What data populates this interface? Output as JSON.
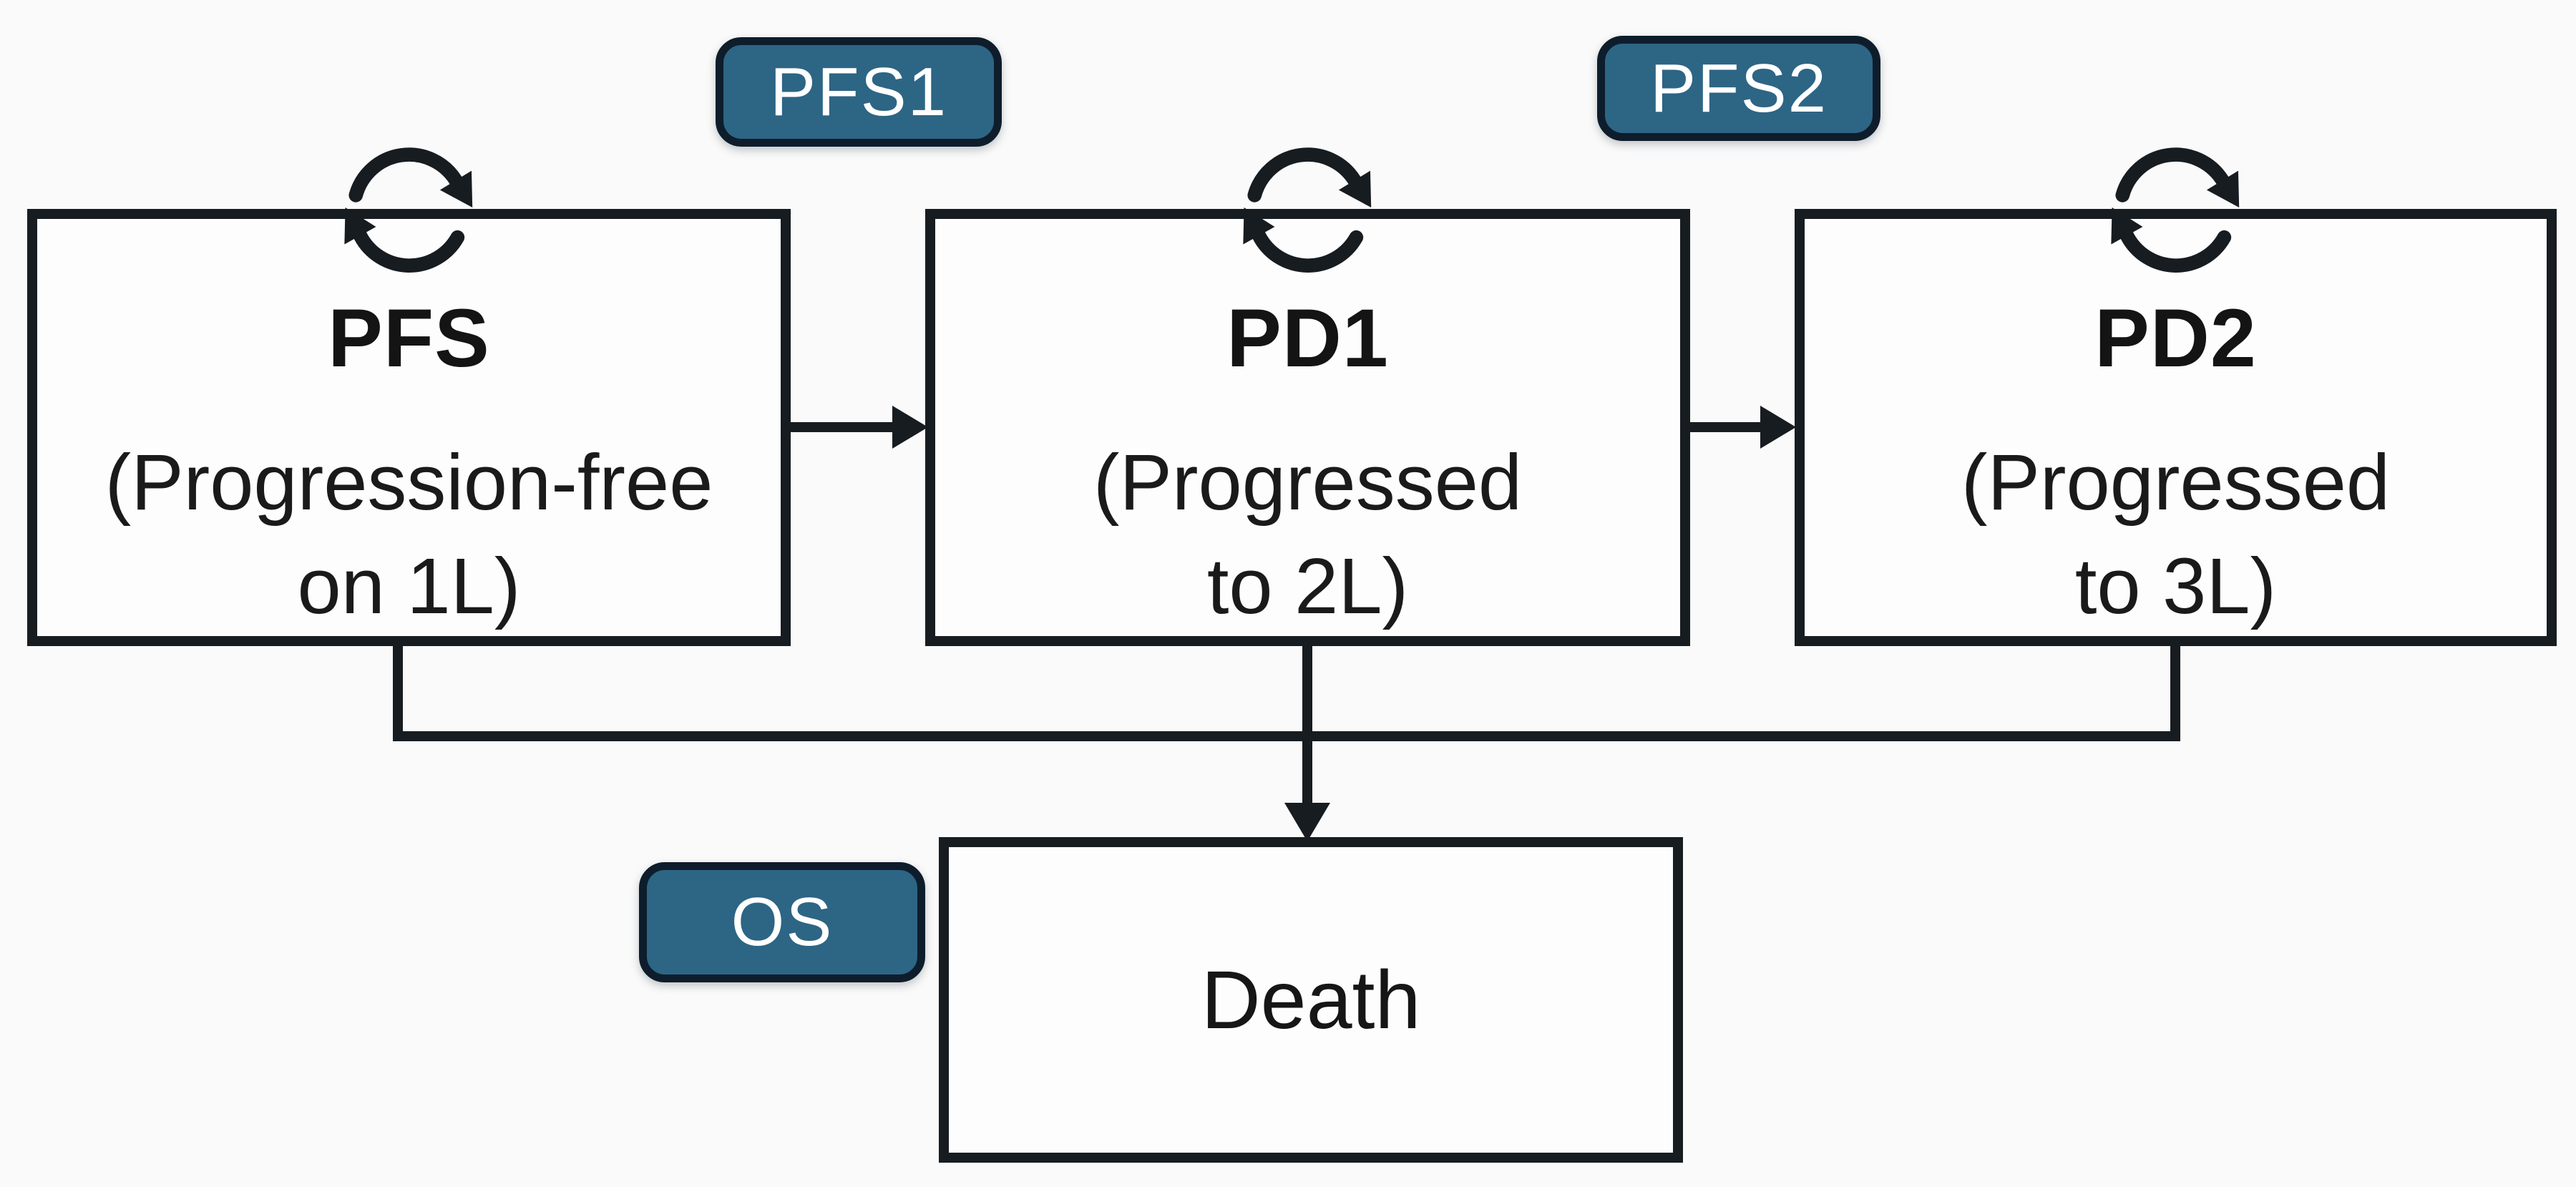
{
  "figure": {
    "type": "markov-state-transition-diagram",
    "background_color": "#fafafa",
    "line_color": "#171c21",
    "box_fill": "#fdfdfd",
    "text_color": "#161616",
    "badge_style": {
      "fill": "#2d6585",
      "border_color": "#0e1d2b",
      "text_color": "#ffffff"
    },
    "states": [
      {
        "title": "PFS",
        "subtitle_line1": "(Progression-free",
        "subtitle_line2": "on 1L)",
        "has_self_loop": true
      },
      {
        "title": "PD1",
        "subtitle_line1": "(Progressed",
        "subtitle_line2": "to 2L)",
        "has_self_loop": true
      },
      {
        "title": "PD2",
        "subtitle_line1": "(Progressed",
        "subtitle_line2": "to 3L)",
        "has_self_loop": true
      },
      {
        "title": "Death",
        "has_self_loop": false
      }
    ],
    "outcome_labels": [
      {
        "text": "PFS1",
        "position": "above, between PFS and PD1"
      },
      {
        "text": "PFS2",
        "position": "above, between PD1 and PD2"
      },
      {
        "text": "OS",
        "position": "left of Death box"
      }
    ],
    "transitions": [
      {
        "from": "PFS",
        "to": "PFS",
        "style": "self-loop"
      },
      {
        "from": "PD1",
        "to": "PD1",
        "style": "self-loop"
      },
      {
        "from": "PD2",
        "to": "PD2",
        "style": "self-loop"
      },
      {
        "from": "PFS",
        "to": "PD1",
        "style": "arrow"
      },
      {
        "from": "PD1",
        "to": "PD2",
        "style": "arrow"
      },
      {
        "from": "PFS",
        "to": "Death",
        "style": "merged arrow"
      },
      {
        "from": "PD1",
        "to": "Death",
        "style": "merged arrow"
      },
      {
        "from": "PD2",
        "to": "Death",
        "style": "merged arrow"
      }
    ]
  }
}
